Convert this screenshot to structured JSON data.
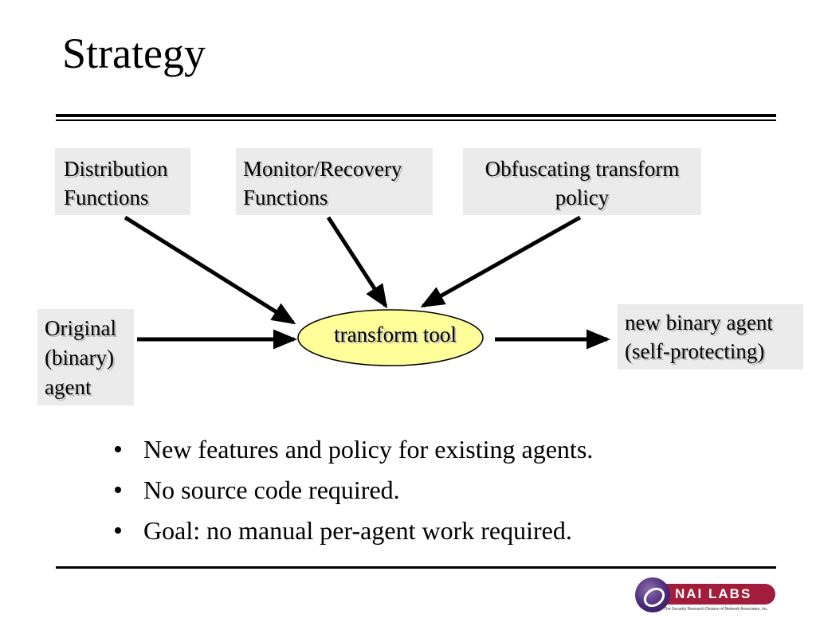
{
  "slide": {
    "title": "Strategy"
  },
  "diagram": {
    "distribution": {
      "line1": "Distribution",
      "line2": "Functions"
    },
    "monitor": {
      "line1": "Monitor/Recovery",
      "line2": "Functions"
    },
    "policy": {
      "line1": "Obfuscating transform",
      "line2": "policy"
    },
    "original": {
      "line1": "Original",
      "line2": "(binary)",
      "line3": "agent"
    },
    "tool": {
      "label": "transform tool"
    },
    "new_agent": {
      "line1": "new binary agent",
      "line2": "(self-protecting)"
    }
  },
  "bullets": [
    "New features and policy for existing agents.",
    "No source code required.",
    "Goal: no manual  per-agent work required."
  ],
  "logo": {
    "name": "NAI LABS",
    "tagline": "The Security Research Division of Network Associates, Inc."
  },
  "colors": {
    "box_fill": "#ebebeb",
    "tool_fill": "#ffff99",
    "logo_bar": "#a21c3b",
    "logo_badge": "#4a2a78"
  }
}
